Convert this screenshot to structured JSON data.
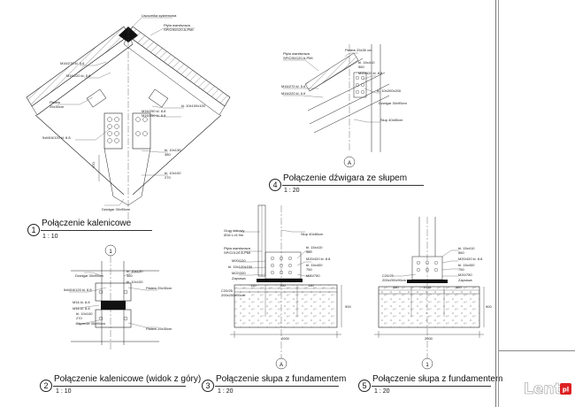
{
  "details": [
    {
      "number": "1",
      "title": "Połączenie kalenicowe",
      "scale": "1 : 10"
    },
    {
      "number": "2",
      "title": "Połączenie kalenicowe (widok z góry)",
      "scale": "1 : 10"
    },
    {
      "number": "3",
      "title": "Połączenie słupa z fundamentem",
      "scale": "1 : 20"
    },
    {
      "number": "4",
      "title": "Połączenie dźwigara ze słupem",
      "scale": "1 : 20"
    },
    {
      "number": "5",
      "title": "Połączenie słupa z fundamentem",
      "scale": "1 : 20"
    }
  ],
  "section_markers": {
    "detail1_section": "1",
    "detail2_section": "1",
    "detail4_section": "A",
    "detail3_section": "A",
    "detail5_section": "1"
  },
  "annotations": {
    "d1": [
      "Uszczelka systemowa",
      "Płyta warstwowa",
      "SPIC90/120 A-PMI",
      "M16/270 kl. 5.6",
      "M16/220 kl. 5.6",
      "Płatew",
      "25x30cm",
      "5xM16/120 kl. 8.8",
      "kl. 10x100x100",
      "M16/250 kl. 8.8",
      "M16/250 kl. 8.8",
      "bl. 10x130",
      "380",
      "bl. 10x100",
      "270",
      "Dźwigar 30x95cm",
      "470"
    ],
    "d2": [
      "Dźwigar 30x95cm",
      "bl. 10x130",
      "380",
      "bl. 10x100",
      "M16 kl. 8.8",
      "5xM16/120 kl. 8.8",
      "Płatew 25x30cm",
      "M16 kl. 8.8",
      "bl. 10x100",
      "270",
      "Stężenie 30x95cm",
      "Płatew 25x30cm"
    ],
    "d3": [
      "Grąg stalowy",
      "Ø16 L=6.9m",
      "Płyta warstwowa",
      "SPIC0120 A-PMI",
      "M20/120",
      "bl. 15x120x150",
      "M22/200",
      "Zaprawa",
      "C20/25",
      "200x200x90cm",
      "Słup 40x80cm",
      "bl. 15x410",
      "560",
      "M20/420 kl. 8.8",
      "bl. 15x400",
      "750",
      "M20/750",
      "150",
      "750",
      "150",
      "900",
      "2000"
    ],
    "d4": [
      "Płyta warstwowa",
      "SPIC90/120 A-PMI",
      "Płatew 25x30 cm",
      "M16/270 kl. 5.6",
      "M16/220 kl. 5.6",
      "M20/420 kl. 8.8",
      "bl. 15x410",
      "560",
      "bl. 10x200x200",
      "Dźwigar 30x95cm",
      "Słup 40x80cm"
    ],
    "d5": [
      "C20/25",
      "200x200x90cm",
      "bl. 15x410",
      "560",
      "M20/420 kl. 8.8",
      "bl. 15x400",
      "750",
      "M20/750",
      "Zaprawa",
      "150",
      "1000",
      "150",
      "900",
      "2000"
    ]
  }
}
